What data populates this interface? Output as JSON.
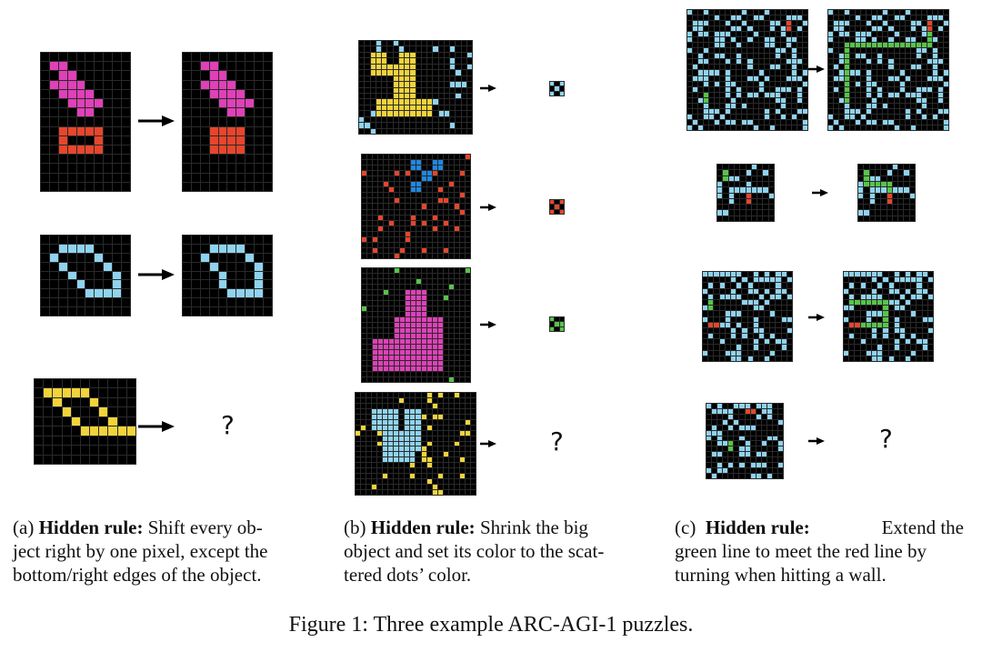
{
  "panels": [
    {
      "id": "a",
      "caption": {
        "label": "(a)",
        "rule_title": "Hidden rule:",
        "line1": "Shift every ob-",
        "line2": "ject right by one pixel, except the",
        "line3": "bottom/right edges of the object."
      },
      "unknown_output": "?"
    },
    {
      "id": "b",
      "caption": {
        "label": "(b)",
        "rule_title": "Hidden rule:",
        "line1": "Shrink the big",
        "line2": "object and set its color to the scat-",
        "line3": "tered dots’ color."
      },
      "unknown_output": "?"
    },
    {
      "id": "c",
      "caption": {
        "label": "(c)",
        "rule_title": "Hidden rule:",
        "line1": "Extend the",
        "line2": "green line to meet the red line by",
        "line3": "turning when hitting a wall."
      },
      "unknown_output": "?"
    }
  ],
  "figure_caption": "Figure 1: Three example ARC-AGI-1 puzzles.",
  "palette": {
    "background": "#000000",
    "magenta": "#e040b8",
    "red": "#e8452c",
    "light_blue": "#8fd3ef",
    "yellow": "#f2d33a",
    "blue": "#1e88e5",
    "green": "#57c44a",
    "gridline": "#2a2a2a"
  }
}
